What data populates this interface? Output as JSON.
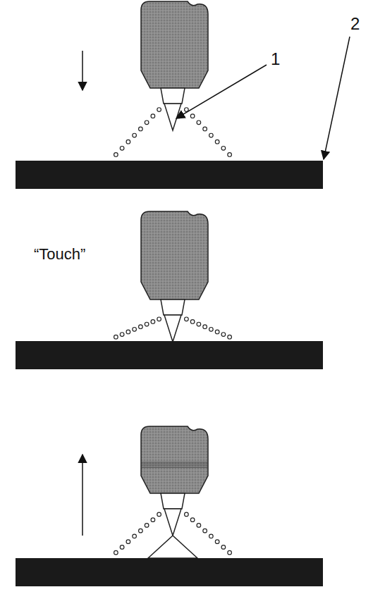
{
  "diagram": {
    "labels": [
      "1",
      "2",
      "“Touch”"
    ]
  }
}
